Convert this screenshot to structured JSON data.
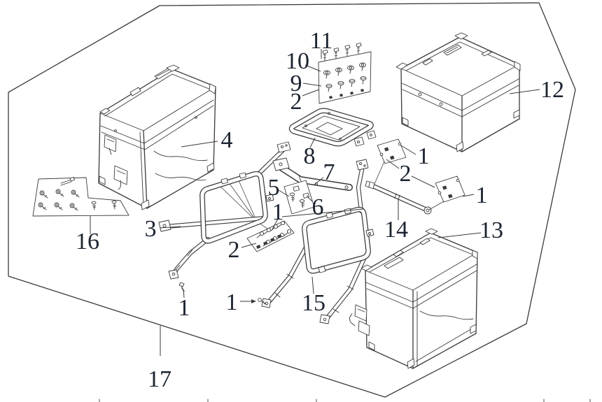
{
  "colors": {
    "line": "#3a3a3a",
    "label": "#1c2430",
    "background": "#ffffff"
  },
  "callouts": {
    "c11": "11",
    "c10": "10",
    "c9": "9",
    "c2a": "2",
    "c12": "12",
    "c4": "4",
    "c8": "8",
    "c7": "7",
    "c5": "5",
    "c6": "6",
    "c1a": "1",
    "c2b": "2",
    "c3": "3",
    "c16": "16",
    "c1b": "1",
    "c2c": "2",
    "c1c": "1",
    "c14": "14",
    "c13": "13",
    "c1d": "1",
    "c1e": "1",
    "c15": "15",
    "c17": "17"
  }
}
